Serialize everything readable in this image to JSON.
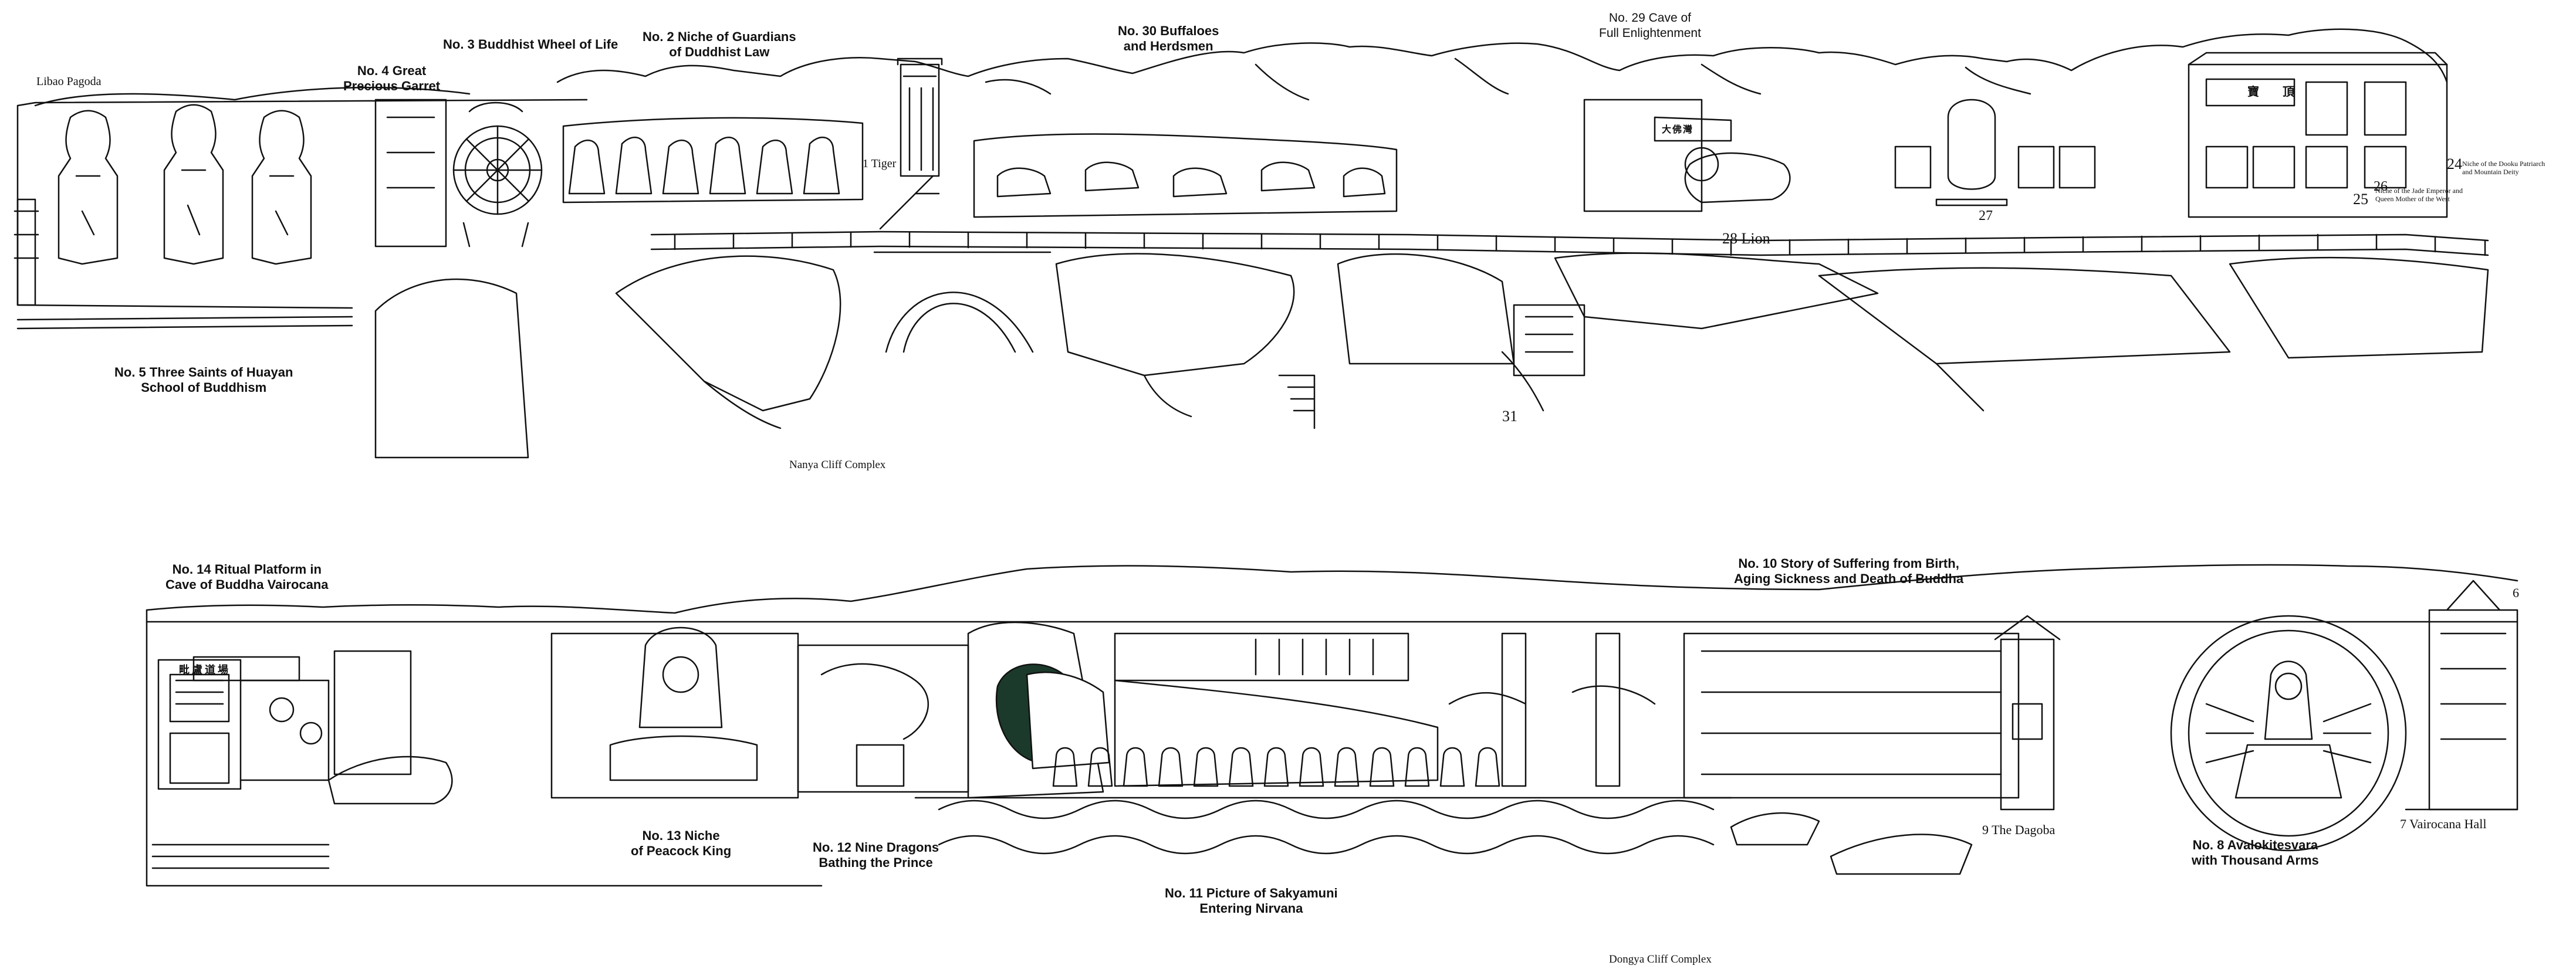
{
  "upper_panel": {
    "caption": "Nanya Cliff Complex",
    "labels": {
      "libao": "Libao Pagoda",
      "no5_l1": "No. 5  Three Saints of Huayan",
      "no5_l2": "School of Buddhism",
      "no4_l1": "No. 4  Great",
      "no4_l2": "Precious Garret",
      "no3": "No. 3  Buddhist Wheel of Life",
      "no2_l1": "No. 2  Niche of Guardians",
      "no2_l2": "of Duddhist Law",
      "tiger": "1 Tiger",
      "no30_l1": "No. 30  Buffaloes",
      "no30_l2": "and Herdsmen",
      "no29_l1": "No. 29  Cave of",
      "no29_l2": "Full Enlightenment",
      "lion": "28  Lion",
      "n27": "27",
      "n26": "26",
      "n25": "25",
      "n24": "24",
      "n31": "31",
      "note24_l1": "Niche of the Dooku Patriarch",
      "note24_l2": "and Mountain Deity",
      "note25_l1": "Niche of the Jade Emperor and",
      "note25_l2": "Queen Mother of the West"
    }
  },
  "lower_panel": {
    "caption": "Dongya Cliff Complex",
    "labels": {
      "no14_l1": "No. 14  Ritual Platform in",
      "no14_l2": "Cave of Buddha Vairocana",
      "no13_l1": "No. 13  Niche",
      "no13_l2": "of Peacock King",
      "no12_l1": "No. 12  Nine Dragons",
      "no12_l2": "Bathing the Prince",
      "no11_l1": "No. 11  Picture of Sakyamuni",
      "no11_l2": "Entering Nirvana",
      "no10_l1": "No. 10  Story of Suffering from Birth,",
      "no10_l2": "Aging Sickness and Death of Buddha",
      "dagoba": "9  The Dagoba",
      "no8_l1": "No. 8  Avalokitesvara",
      "no8_l2": "with Thousand Arms",
      "vairocana": "7  Vairocana Hall",
      "n6": "6"
    }
  },
  "signs": {
    "s1": "寶頂",
    "s2": "毗盧道場",
    "s3": "大佛灣"
  }
}
